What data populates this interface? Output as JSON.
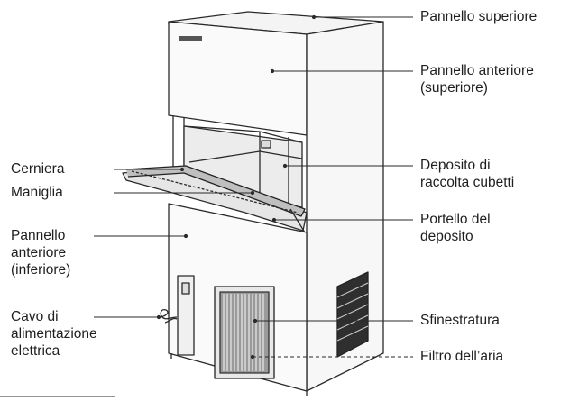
{
  "labels": {
    "pannello_superiore": [
      "Pannello superiore"
    ],
    "pannello_anteriore_superiore": [
      "Pannello anteriore",
      "(superiore)"
    ],
    "deposito_cubetti": [
      "Deposito di",
      "raccolta cubetti"
    ],
    "portello_deposito": [
      "Portello del",
      "deposito"
    ],
    "sfinestratura": [
      "Sfinestratura"
    ],
    "filtro_aria": [
      "Filtro dell’aria"
    ],
    "cerniera": [
      "Cerniera"
    ],
    "maniglia": [
      "Maniglia"
    ],
    "pannello_anteriore_inferiore": [
      "Pannello",
      "anteriore",
      "(inferiore)"
    ],
    "cavo_alimentazione": [
      "Cavo di",
      "alimentazione",
      "elettrica"
    ]
  },
  "colors": {
    "line": "#2a2a2a",
    "panel": "#f2f2f2",
    "shade": "#d8d8d8",
    "dark": "#3a3a3a"
  }
}
